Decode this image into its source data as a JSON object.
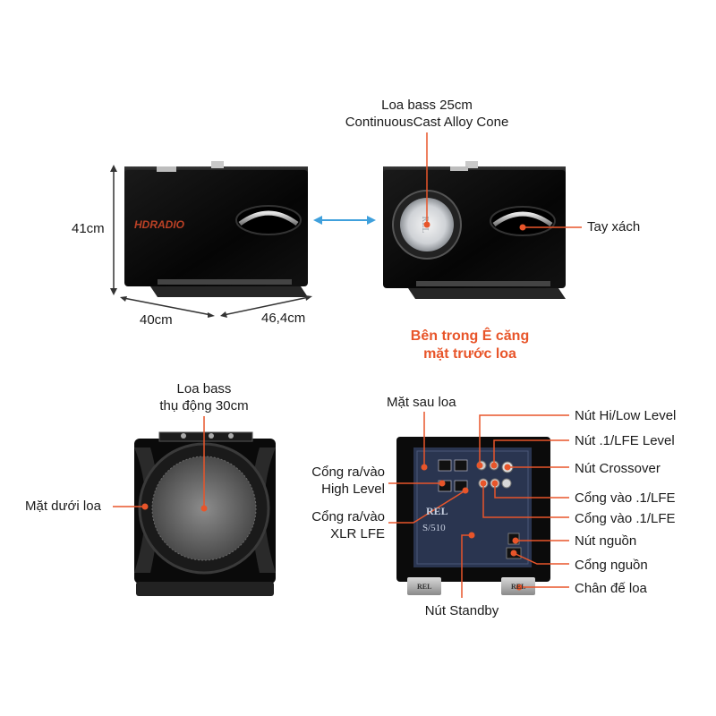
{
  "colors": {
    "accent": "#e8552a",
    "dimension_arrow": "#3fa0dc",
    "cabinet": "#0d0d0d",
    "plate": "#2a3550"
  },
  "top": {
    "height_label": "41cm",
    "depth_label": "40cm",
    "width_label": "46,4cm",
    "woofer_label_line1": "Loa bass 25cm",
    "woofer_label_line2": "ContinuousCast Alloy Cone",
    "handle_label": "Tay xách",
    "note_line1": "Bên trong Ê căng",
    "note_line2": "mặt trước loa",
    "watermark": "HDRADIO"
  },
  "bottom_left": {
    "passive_label_line1": "Loa bass",
    "passive_label_line2": "thụ động 30cm",
    "bottom_face_label": "Mặt dưới loa"
  },
  "bottom_right": {
    "rear_label": "Mặt sau loa",
    "left_callouts": {
      "high_level_line1": "Cổng ra/vào",
      "high_level_line2": "High Level",
      "xlr_line1": "Cổng ra/vào",
      "xlr_line2": "XLR LFE"
    },
    "right_callouts": [
      "Nút Hi/Low Level",
      "Nút .1/LFE Level",
      "Nút Crossover",
      "Cổng vào .1/LFE",
      "Cổng vào .1/LFE",
      "Nút nguồn",
      "Cổng nguồn",
      "Chân đế loa"
    ],
    "standby_label": "Nút Standby",
    "plate_brand": "REL",
    "plate_model": "S/510",
    "feet_brand": "REL"
  }
}
